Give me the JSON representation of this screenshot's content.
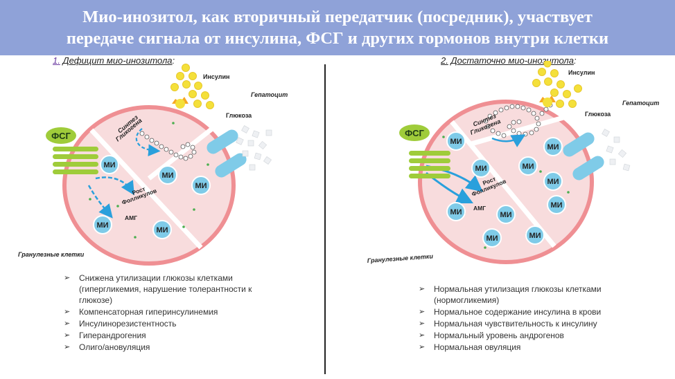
{
  "title": "Мио-инозитол, как вторичный передатчик (посредник), участвует\nпередаче сигнала от инсулина, ФСГ и других гормонов внутри клетки",
  "left": {
    "heading_num": "1.",
    "heading_text": "Дефицит мио-инозитола",
    "heading_suffix": ":",
    "labels": {
      "insulin": "Инсулин",
      "hepatocyte": "Гепатоцит",
      "glucose": "Глюкоза",
      "fsh": "ФСГ",
      "glycogen_1": "Синтез",
      "glycogen_2": "Гликогена",
      "follicle_1": "Рост",
      "follicle_2": "Фолликулов",
      "amh": "АМГ",
      "granulosa": "Гранулезные клетки",
      "mi": "МИ"
    },
    "bullets": [
      "Снижена утилизации глюкозы клетками (гипергликемия, нарушение толерантности  к глюкозе)",
      "Компенсаторная гиперинсулинемия",
      "Инсулинорезистентность",
      "Гиперандрогения",
      "Олиго/ановуляция"
    ]
  },
  "right": {
    "heading_num": "2.",
    "heading_text": "Достаточно мио-инозитола",
    "heading_suffix": ":",
    "labels": {
      "insulin": "Инсулин",
      "hepatocyte": "Гепатоцит",
      "glucose": "Глюкоза",
      "fsh": "ФСГ",
      "glycogen_1": "Синтез",
      "glycogen_2": "Гликогена",
      "follicle_1": "Рост",
      "follicle_2": "Фолликулов",
      "amh": "АМГ",
      "granulosa": "Гранулезные клетки",
      "mi": "МИ"
    },
    "bullets": [
      "Нормальная утилизация глюкозы клетками (нормогликемия)",
      "Нормальное содержание инсулина в крови",
      "Нормальная чувствительность к инсулину",
      "Нормальный уровень андрогенов",
      "Нормальная овуляция"
    ]
  },
  "colors": {
    "banner": "#8fa2d8",
    "cell_fill": "#f8dcdd",
    "cell_border": "#ef8f93",
    "mi_circle": "#7fcbe8",
    "receptor": "#9fcc3a",
    "insulin_dot": "#f4e03a",
    "arrow": "#2aa0dc"
  }
}
